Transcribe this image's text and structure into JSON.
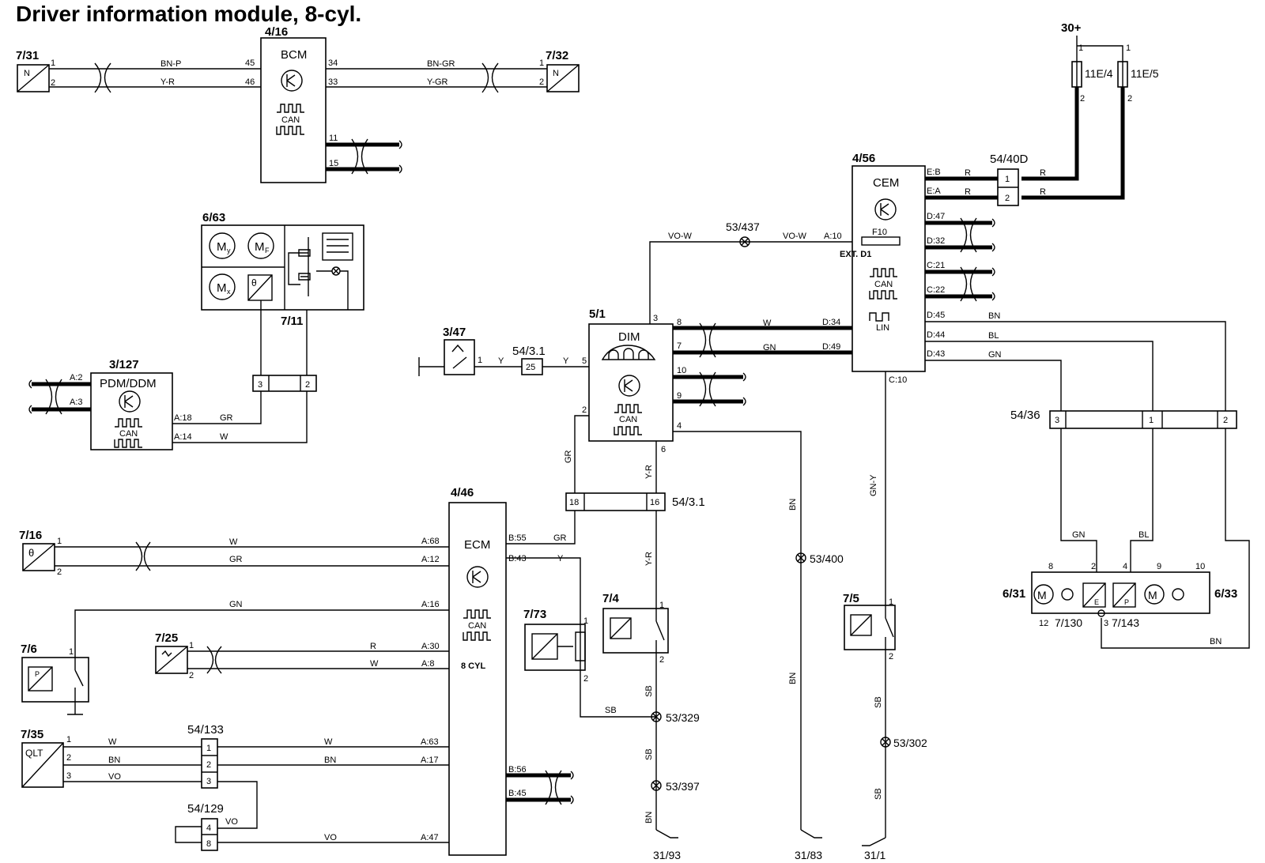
{
  "title": "Driver information module, 8-cyl.",
  "components": {
    "bcm": {
      "id": "4/16",
      "name": "BCM",
      "sub": "CAN"
    },
    "cem": {
      "id": "4/56",
      "name": "CEM",
      "sub": "CAN",
      "lin": "LIN",
      "fuse": "F10",
      "ext": "EXT. D1"
    },
    "dim": {
      "id": "5/1",
      "name": "DIM",
      "sub": "CAN"
    },
    "ecm": {
      "id": "4/46",
      "name": "ECM",
      "sub": "CAN",
      "cyl": "8 CYL"
    },
    "pdm": {
      "id": "3/127",
      "name": "PDM/DDM",
      "sub": "CAN"
    },
    "c663": {
      "id": "6/63"
    },
    "s711": {
      "id": "7/11"
    },
    "s731": {
      "id": "7/31"
    },
    "s732": {
      "id": "7/32"
    },
    "s716": {
      "id": "7/16"
    },
    "s76": {
      "id": "7/6"
    },
    "s725": {
      "id": "7/25"
    },
    "s735": {
      "id": "7/35",
      "label": "QLT"
    },
    "s773": {
      "id": "7/73"
    },
    "s74": {
      "id": "7/4"
    },
    "s75": {
      "id": "7/5"
    },
    "s347": {
      "id": "3/47"
    },
    "m631": {
      "id": "6/31"
    },
    "m633": {
      "id": "6/33"
    },
    "s7130": {
      "id": "7/130",
      "letter": "E"
    },
    "s7143": {
      "id": "7/143",
      "letter": "P"
    },
    "fuse4": {
      "id": "11E/4"
    },
    "fuse5": {
      "id": "11E/5"
    },
    "supply": "30+"
  },
  "connectors": {
    "c5440d": "54/40D",
    "c5431a": "54/3.1",
    "c5431b": "54/3.1",
    "c5436": "54/36",
    "c54133": "54/133",
    "c54129": "54/129"
  },
  "splices": {
    "s53437": "53/437",
    "s53400": "53/400",
    "s53329": "53/329",
    "s53397": "53/397",
    "s53302": "53/302"
  },
  "grounds": {
    "g3193": "31/93",
    "g3183": "31/83",
    "g311": "31/1"
  },
  "wire_colors": {
    "bn_p": "BN-P",
    "y_r": "Y-R",
    "bn_gr": "BN-GR",
    "y_gr": "Y-GR",
    "r": "R",
    "vo_w": "VO-W",
    "w": "W",
    "gn": "GN",
    "bn": "BN",
    "bl": "BL",
    "gr": "GR",
    "y": "Y",
    "sb": "SB",
    "gn_y": "GN-Y",
    "vo": "VO"
  },
  "pins": {
    "bcm": [
      "45",
      "46",
      "34",
      "33",
      "11",
      "15"
    ],
    "cem": [
      "E:B",
      "E:A",
      "A:10",
      "D:47",
      "D:32",
      "C:21",
      "C:22",
      "D:45",
      "D:44",
      "D:43",
      "D:34",
      "D:49",
      "C:10"
    ],
    "dim": [
      "3",
      "8",
      "7",
      "10",
      "9",
      "5",
      "2",
      "4",
      "6"
    ],
    "ecm": [
      "B:55",
      "B:43",
      "A:68",
      "A:12",
      "A:16",
      "A:30",
      "A:8",
      "A:63",
      "A:17",
      "B:56",
      "B:45",
      "A:47"
    ],
    "pdm": [
      "A:2",
      "A:3",
      "A:18",
      "A:14"
    ],
    "misc": [
      "1",
      "2",
      "3",
      "4",
      "8",
      "9",
      "10",
      "12",
      "16",
      "18",
      "25"
    ]
  }
}
